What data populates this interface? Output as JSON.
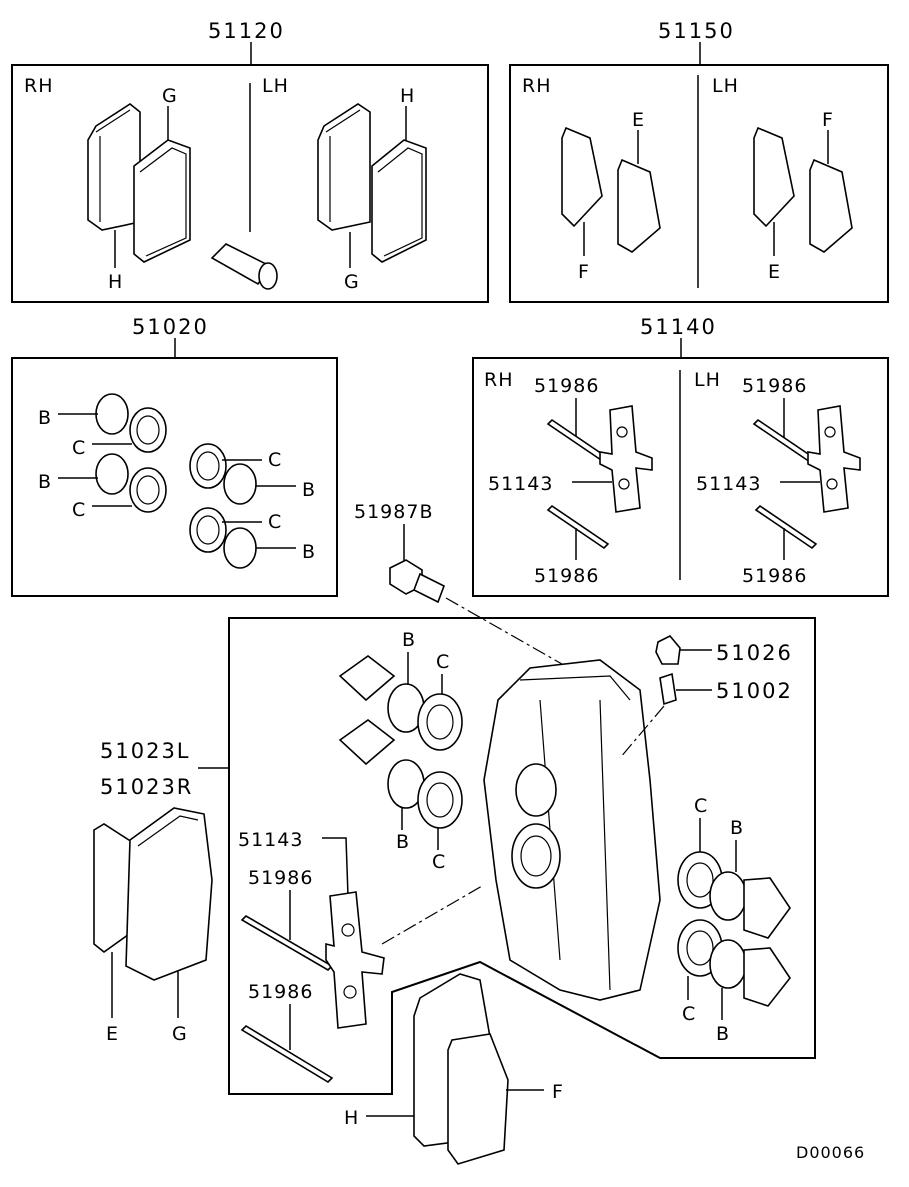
{
  "part_numbers": {
    "pad_set_front": "51120",
    "pad_set_rear": "51150",
    "seal_kit": "51020",
    "pin_kit": "51140",
    "bolt": "51987B",
    "caliper_cap": "51026",
    "bleeder": "51002",
    "caliper_l": "51023L",
    "caliper_r": "51023R",
    "spring": "51143",
    "pin": "51986"
  },
  "side_labels": {
    "rh": "RH",
    "lh": "LH"
  },
  "letters": {
    "b": "B",
    "c": "C",
    "e": "E",
    "f": "F",
    "g": "G",
    "h": "H"
  },
  "code": "D00066"
}
